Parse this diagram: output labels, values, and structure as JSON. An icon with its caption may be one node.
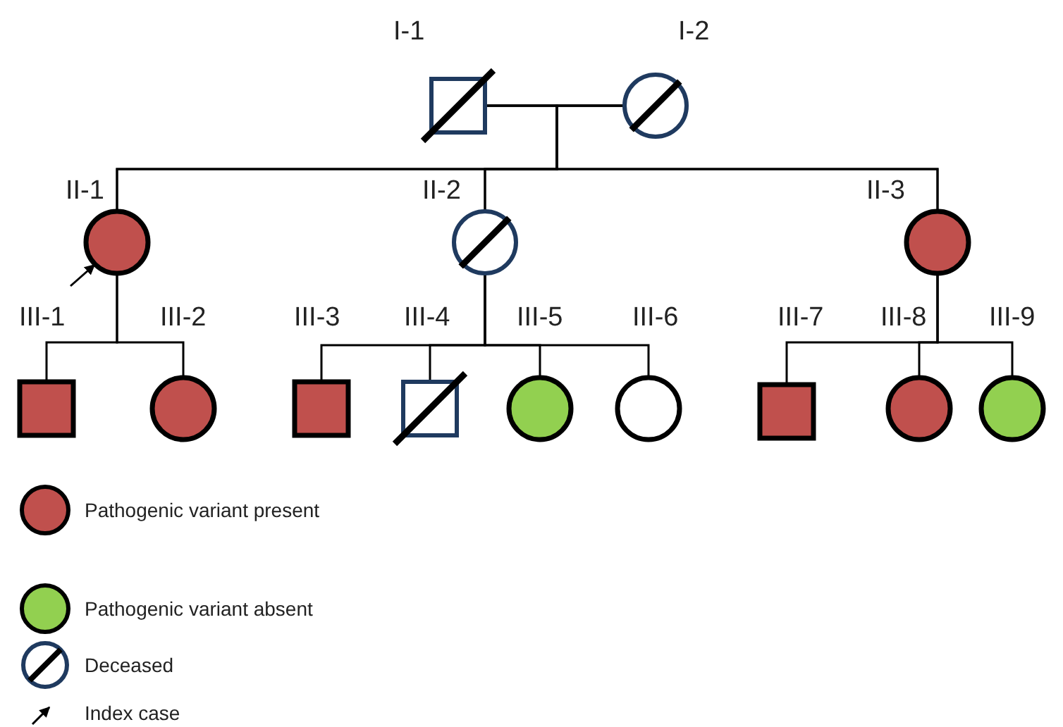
{
  "diagram": {
    "nodes": [
      {
        "text": [
          "I-1"
        ]
      },
      {
        "text": [
          "I-2"
        ]
      },
      {
        "text": [
          "II-1"
        ]
      },
      {
        "text": [
          "II-2"
        ]
      },
      {
        "text": [
          "II-3"
        ]
      },
      {
        "text": [
          "III-1"
        ]
      },
      {
        "text": [
          "III-2"
        ]
      },
      {
        "text": [
          "III-3"
        ]
      },
      {
        "text": [
          "III-4"
        ]
      },
      {
        "text": [
          "III-5"
        ]
      },
      {
        "text": [
          "III-6"
        ]
      },
      {
        "text": [
          "III-7"
        ]
      },
      {
        "text": [
          "III-8"
        ]
      },
      {
        "text": [
          "III-9"
        ]
      }
    ],
    "edges": [
      {
        "from": 0,
        "to": 1,
        "arrow": "none"
      },
      {
        "from": 0,
        "to": 2,
        "arrow": "none"
      },
      {
        "from": 0,
        "to": 3,
        "arrow": "none"
      },
      {
        "from": 0,
        "to": 4,
        "arrow": "none"
      },
      {
        "from": 1,
        "to": 2,
        "arrow": "none"
      },
      {
        "from": 1,
        "to": 3,
        "arrow": "none"
      },
      {
        "from": 1,
        "to": 4,
        "arrow": "none"
      },
      {
        "from": 2,
        "to": 5,
        "arrow": "none"
      },
      {
        "from": 2,
        "to": 6,
        "arrow": "none"
      },
      {
        "from": 3,
        "to": 7,
        "arrow": "none"
      },
      {
        "from": 3,
        "to": 8,
        "arrow": "none"
      },
      {
        "from": 3,
        "to": 9,
        "arrow": "none"
      },
      {
        "from": 3,
        "to": 10,
        "arrow": "none"
      },
      {
        "from": 4,
        "to": 11,
        "arrow": "none"
      },
      {
        "from": 4,
        "to": 12,
        "arrow": "none"
      },
      {
        "from": 4,
        "to": 13,
        "arrow": "none"
      },
      {
        "from": null,
        "to": 2,
        "arrow": "to"
      }
    ],
    "legend": [
      {
        "text": "Pathogenic variant present",
        "color": "#c0504d"
      },
      {
        "text": "Pathogenic variant absent",
        "color": "#92d050"
      },
      {
        "text": "Deceased"
      },
      {
        "text": "Index case"
      }
    ]
  }
}
